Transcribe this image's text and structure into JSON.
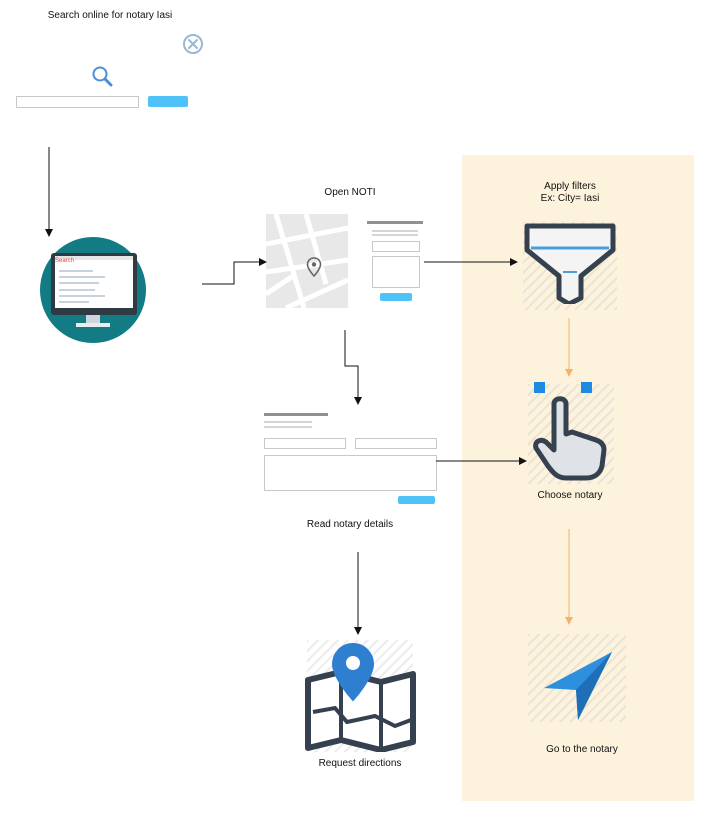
{
  "search_panel": {
    "title": "Search online for notary Iasi",
    "input_placeholder": "",
    "button_label": ""
  },
  "monitor": {
    "screen_brand": "Search"
  },
  "steps": {
    "open_noti": "Open NOTI",
    "apply_filters_line1": "Apply filters",
    "apply_filters_line2": "Ex: City= Iasi",
    "choose_notary": "Choose notary",
    "read_details": "Read notary details",
    "request_directions": "Request directions",
    "go_to_notary": "Go to the notary"
  },
  "colors": {
    "accent_blue": "#4fc3f7",
    "icon_dark": "#36414f",
    "highlight_zone": "#fdf3dd",
    "flow_arrow_orange": "#f5b26b",
    "monitor_teal": "#137b83"
  },
  "icons": [
    "close-circle-icon",
    "magnifier-icon",
    "monitor-icon",
    "map-pin-icon",
    "funnel-icon",
    "pointing-hand-icon",
    "folded-map-icon",
    "navigation-arrow-icon"
  ]
}
